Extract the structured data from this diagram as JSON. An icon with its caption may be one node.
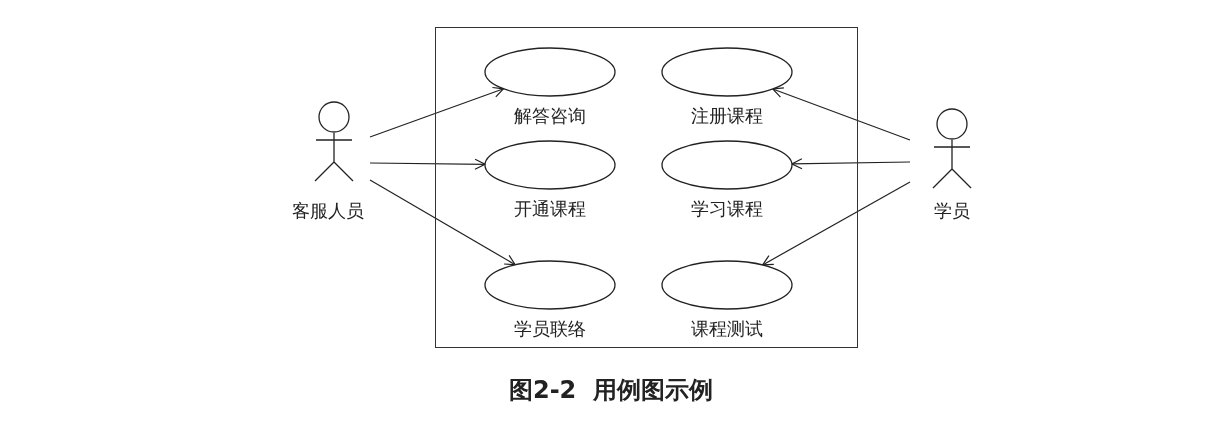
{
  "diagram": {
    "caption": "图2-2  用例图示例",
    "nodes": [
      {
        "text": [],
        "shape": "box"
      },
      {
        "text": [
          "客服人员"
        ]
      },
      {
        "text": [
          "解答咨询"
        ],
        "in": 0
      },
      {
        "text": [
          "注册课程"
        ],
        "in": 0
      },
      {
        "text": [
          "开通课程"
        ],
        "in": 0
      },
      {
        "text": [
          "学习课程"
        ],
        "in": 0
      },
      {
        "text": [
          "学员联络"
        ],
        "in": 0
      },
      {
        "text": [
          "课程测试"
        ],
        "in": 0
      },
      {
        "text": [
          "学员"
        ]
      }
    ],
    "edges": [
      {
        "from": 1,
        "to": 2,
        "arrow": "to"
      },
      {
        "from": 1,
        "to": 4,
        "arrow": "to"
      },
      {
        "from": 1,
        "to": 6,
        "arrow": "to"
      },
      {
        "from": 8,
        "to": 3,
        "arrow": "to"
      },
      {
        "from": 8,
        "to": 5,
        "arrow": "to"
      },
      {
        "from": 8,
        "to": 7,
        "arrow": "to"
      }
    ]
  }
}
